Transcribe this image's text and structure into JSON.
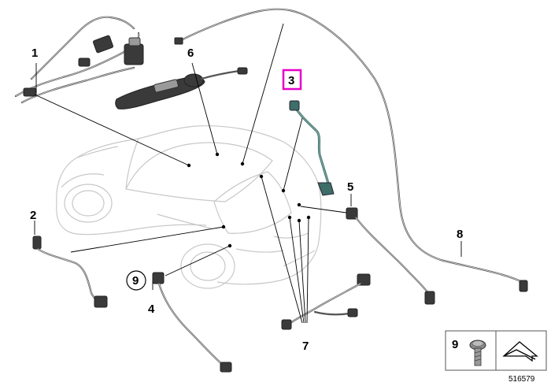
{
  "diagram": {
    "callouts": [
      "1",
      "2",
      "3",
      "4",
      "5",
      "6",
      "7",
      "8",
      "9"
    ],
    "legend_callout": "9",
    "image_number": "516579"
  },
  "colors": {
    "highlight": "#e600c8",
    "highlighted_part": "#3d6e68"
  },
  "icons": [
    "screw-icon",
    "arrow-icon"
  ]
}
